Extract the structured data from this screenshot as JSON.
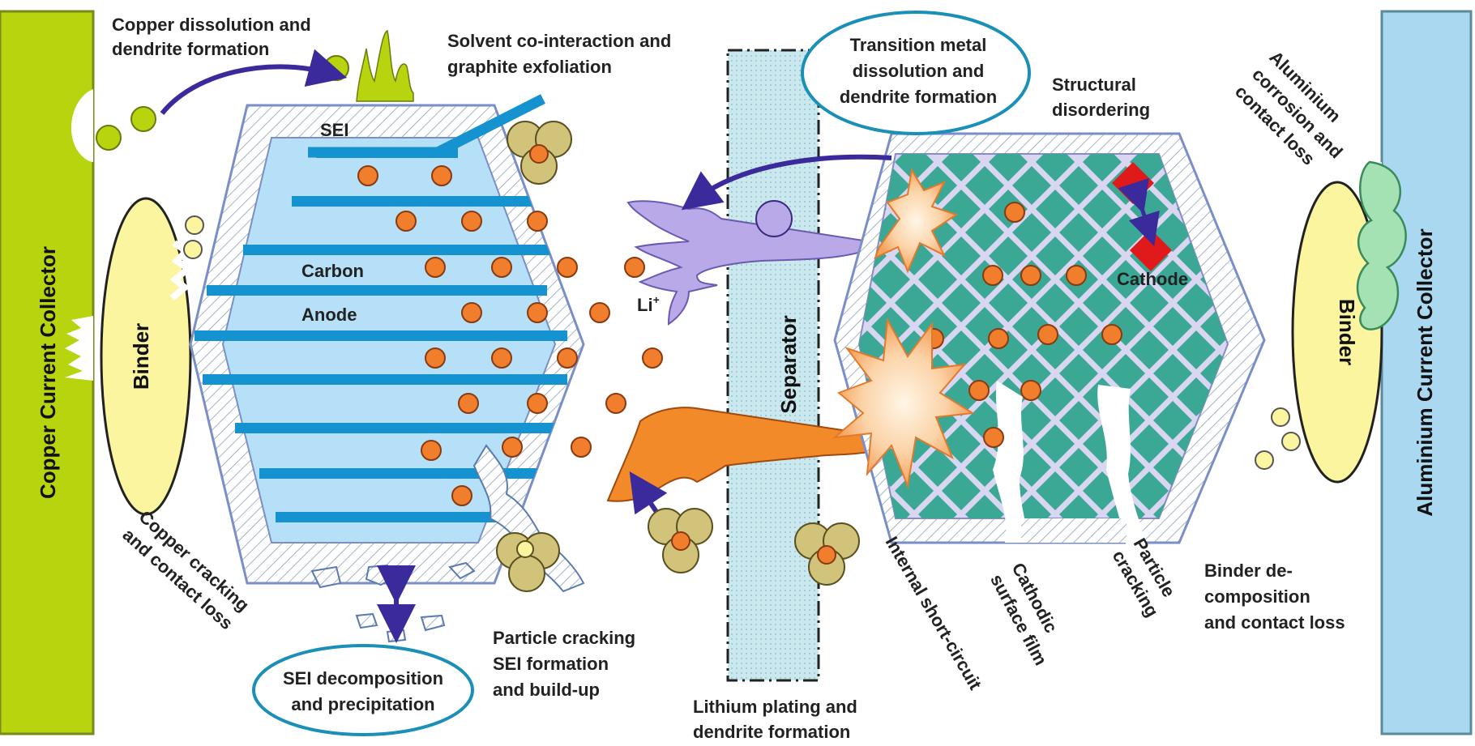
{
  "collectors": {
    "copper": "Copper Current Collector",
    "aluminium": "Aluminium Current Collector"
  },
  "binder": {
    "left": "Binder",
    "right": "Binder"
  },
  "anode": {
    "sei": "SEI",
    "carbon": "Carbon",
    "anode": "Anode",
    "li_ion": "Li",
    "li_sup": "+"
  },
  "separator": "Separator",
  "cathode": "Cathode",
  "labels": {
    "copper_dissolution": [
      "Copper dissolution and",
      "dendrite formation"
    ],
    "solvent": [
      "Solvent co-interaction and",
      "graphite exfoliation"
    ],
    "transition_metal": [
      "Transition metal",
      "dissolution and",
      "dendrite formation"
    ],
    "structural": [
      "Structural",
      "disordering"
    ],
    "aluminium_corrosion": [
      "Aluminium",
      "corrosion and",
      "contact loss"
    ],
    "copper_cracking": [
      "Copper cracking",
      "and contact loss"
    ],
    "sei_decomposition": [
      "SEI decomposition",
      "and precipitation"
    ],
    "particle_cracking_sei": [
      "Particle cracking",
      "SEI formation",
      "and build-up"
    ],
    "lithium_plating": [
      "Lithium plating and",
      "dendrite formation"
    ],
    "internal_short": "Internal short-circuit",
    "cathodic_film": [
      "Cathodic",
      "surface film"
    ],
    "particle_cracking": [
      "Particle",
      "cracking"
    ],
    "binder_decomposition": [
      "Binder de-",
      "composition",
      "and contact loss"
    ]
  },
  "colors": {
    "copper_collector": "#b8d40e",
    "aluminium_collector": "#a9d8f0",
    "anode_fill": "#b5e0f7",
    "anode_stripes": "#1592d0",
    "separator_fill": "#cde8ec",
    "cathode_fill": "#d9d6f2",
    "cathode_diamonds": "#3aa895",
    "li_particle": "#f07e2c",
    "binder": "#fbf5a0",
    "callout_border": "#1a8fb8",
    "arrow": "#3a2a9c",
    "dendrite_orange": "#f28a2a",
    "dendrite_purple": "#b9a9e8",
    "cracked_diamond": "#e0191b"
  }
}
